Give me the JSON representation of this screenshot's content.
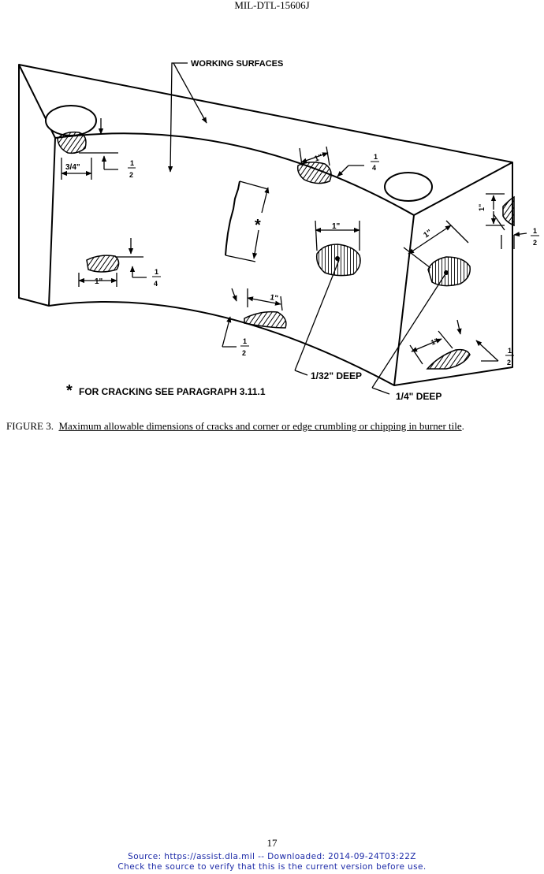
{
  "header": {
    "doc_id": "MIL-DTL-15606J"
  },
  "figure": {
    "labels": {
      "working_surfaces": "WORKING SURFACES",
      "dim_three_quarter": "3/4\"",
      "dim_one_inch": "1\"",
      "asterisk": "*",
      "deep_1_32": "1/32\" DEEP",
      "deep_1_4": "1/4\" DEEP",
      "cracking_note": "FOR CRACKING SEE PARAGRAPH 3.11.1",
      "frac_num": "1",
      "frac_den_2": "2",
      "frac_den_4": "4"
    }
  },
  "caption": {
    "prefix": "FIGURE 3.",
    "title": "Maximum allowable dimensions of cracks and corner or edge crumbling or chipping in burner tile",
    "suffix": "."
  },
  "footer": {
    "page_number": "17",
    "source_line": "Source: https://assist.dla.mil -- Downloaded: 2014-09-24T03:22Z",
    "verify_line": "Check the source to verify that this is the current version before use."
  }
}
